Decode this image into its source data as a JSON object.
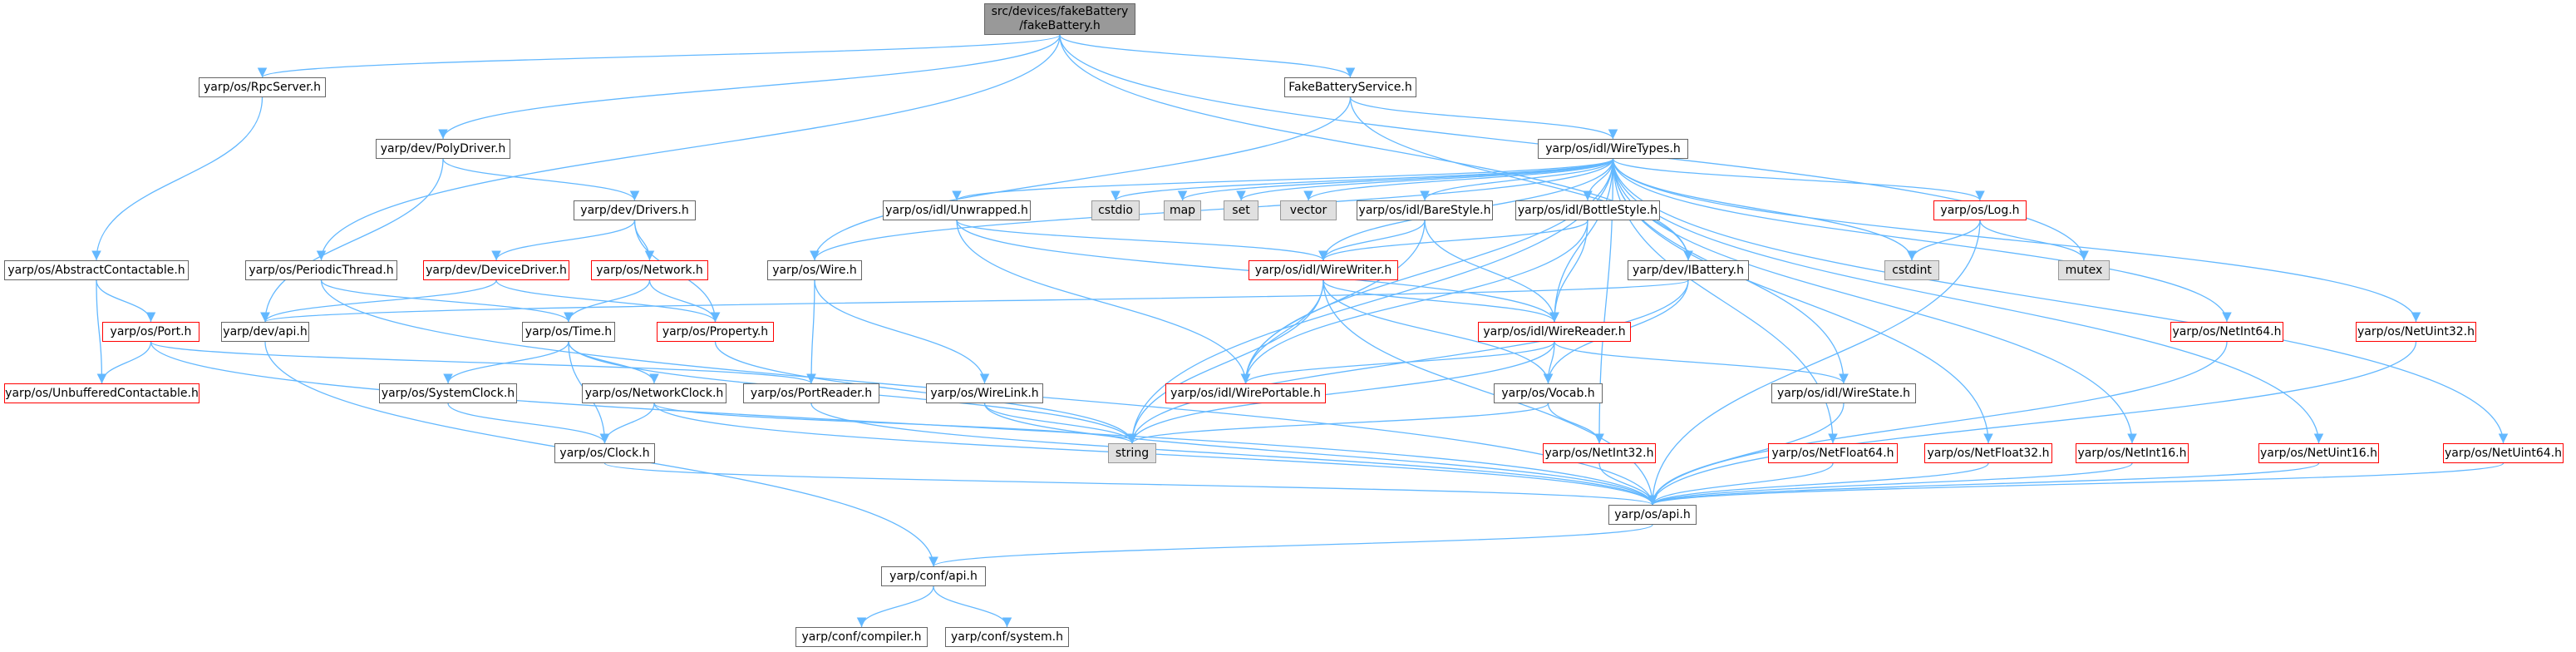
{
  "colors": {
    "edge": "#63b8ff",
    "border": "#666666",
    "red_border": "#ff0000",
    "grey_fill": "#e0e0e0",
    "root_fill": "#999999"
  },
  "nodes": {
    "root": "src/devices/fakeBattery\n/fakeBattery.h",
    "rpcserver": "yarp/os/RpcServer.h",
    "fbservice": "FakeBatteryService.h",
    "polydriver": "yarp/dev/PolyDriver.h",
    "wiretypes": "yarp/os/idl/WireTypes.h",
    "drivers": "yarp/dev/Drivers.h",
    "unwrapped": "yarp/os/idl/Unwrapped.h",
    "cstdio": "cstdio",
    "map": "map",
    "set": "set",
    "vector": "vector",
    "barestyle": "yarp/os/idl/BareStyle.h",
    "bottlestyle": "yarp/os/idl/BottleStyle.h",
    "log": "yarp/os/Log.h",
    "abscontact": "yarp/os/AbstractContactable.h",
    "periodic": "yarp/os/PeriodicThread.h",
    "devicedriver": "yarp/dev/DeviceDriver.h",
    "network": "yarp/os/Network.h",
    "wire": "yarp/os/Wire.h",
    "wirewriter": "yarp/os/idl/WireWriter.h",
    "ibattery": "yarp/dev/IBattery.h",
    "cstdint": "cstdint",
    "mutex": "mutex",
    "port": "yarp/os/Port.h",
    "devapi": "yarp/dev/api.h",
    "time": "yarp/os/Time.h",
    "property": "yarp/os/Property.h",
    "wirereader": "yarp/os/idl/WireReader.h",
    "netint64": "yarp/os/NetInt64.h",
    "netuint32": "yarp/os/NetUint32.h",
    "unbuffered": "yarp/os/UnbufferedContactable.h",
    "systemclock": "yarp/os/SystemClock.h",
    "networkclock": "yarp/os/NetworkClock.h",
    "portreader": "yarp/os/PortReader.h",
    "wirelink": "yarp/os/WireLink.h",
    "wireportable": "yarp/os/idl/WirePortable.h",
    "vocab": "yarp/os/Vocab.h",
    "wirestate": "yarp/os/idl/WireState.h",
    "clock": "yarp/os/Clock.h",
    "string": "string",
    "netint32": "yarp/os/NetInt32.h",
    "netfloat64": "yarp/os/NetFloat64.h",
    "netfloat32": "yarp/os/NetFloat32.h",
    "netint16": "yarp/os/NetInt16.h",
    "netuint16": "yarp/os/NetUint16.h",
    "netuint64": "yarp/os/NetUint64.h",
    "osapi": "yarp/os/api.h",
    "confapi": "yarp/conf/api.h",
    "compiler": "yarp/conf/compiler.h",
    "system": "yarp/conf/system.h"
  }
}
